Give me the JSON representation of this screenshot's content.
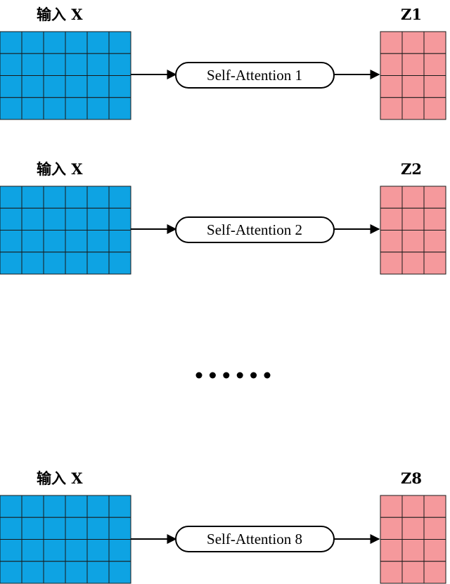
{
  "colors": {
    "input_fill": "#0ea3e3",
    "output_fill": "#f5999c",
    "grid_line": "#1a1a1a",
    "arrow": "#000000"
  },
  "rows": [
    {
      "input_label": "输入 X",
      "head_label": "Self-Attention 1",
      "output_label": "Z1"
    },
    {
      "input_label": "输入 X",
      "head_label": "Self-Attention 2",
      "output_label": "Z2"
    },
    {
      "input_label": "输入 X",
      "head_label": "Self-Attention 8",
      "output_label": "Z8"
    }
  ],
  "ellipsis": {
    "dot_count": 6
  }
}
